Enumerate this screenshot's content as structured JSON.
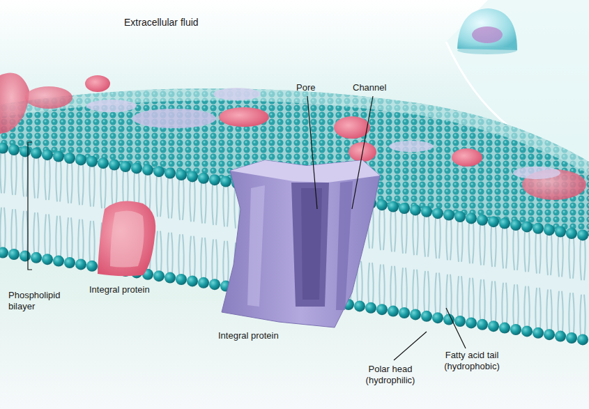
{
  "diagram": {
    "labels": [
      "Extracellular fluid",
      "Pore",
      "Channel",
      "Phospholipid bilayer",
      "Integral protein",
      "Integral protein",
      "Polar head (hydrophilic)",
      "Fatty acid tail (hydrophobic)"
    ]
  }
}
